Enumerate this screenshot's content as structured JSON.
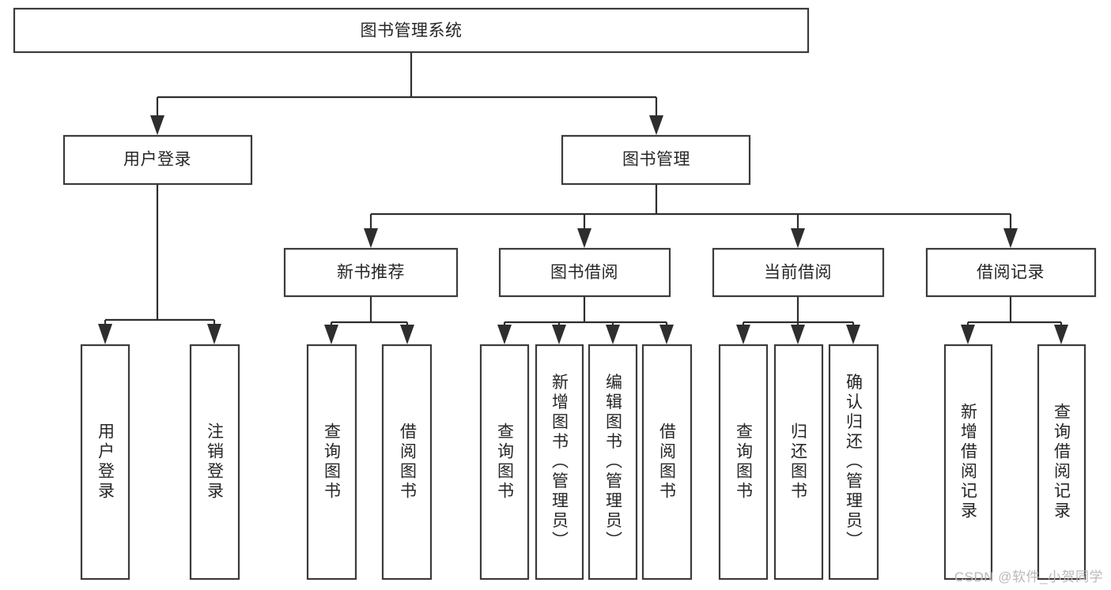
{
  "diagram": {
    "title": "图书管理系统",
    "type": "tree-hierarchy",
    "watermark": "CSDN @软件_小贺同学",
    "colors": {
      "background": "#ffffff",
      "box_border": "#3b3b3b",
      "box_fill": "#ffffff",
      "connector": "#2e2e2e",
      "text": "#262626",
      "watermark": "#b9b9b9"
    },
    "levels": [
      {
        "level": 1,
        "nodes": [
          {
            "id": "root",
            "label": "图书管理系统",
            "orientation": "horizontal"
          }
        ]
      },
      {
        "level": 2,
        "nodes": [
          {
            "id": "login",
            "label": "用户登录",
            "orientation": "horizontal",
            "parent": "root"
          },
          {
            "id": "bookmgmt",
            "label": "图书管理",
            "orientation": "horizontal",
            "parent": "root"
          }
        ]
      },
      {
        "level": 3,
        "nodes": [
          {
            "id": "newbook",
            "label": "新书推荐",
            "orientation": "horizontal",
            "parent": "bookmgmt"
          },
          {
            "id": "borrow",
            "label": "图书借阅",
            "orientation": "horizontal",
            "parent": "bookmgmt"
          },
          {
            "id": "current",
            "label": "当前借阅",
            "orientation": "horizontal",
            "parent": "bookmgmt"
          },
          {
            "id": "record",
            "label": "借阅记录",
            "orientation": "horizontal",
            "parent": "bookmgmt"
          }
        ]
      },
      {
        "level": 4,
        "nodes": [
          {
            "id": "leaf-1",
            "label": "用户登录",
            "orientation": "vertical",
            "parent": "login"
          },
          {
            "id": "leaf-2",
            "label": "注销登录",
            "orientation": "vertical",
            "parent": "login"
          },
          {
            "id": "leaf-3",
            "label": "查询图书",
            "orientation": "vertical",
            "parent": "newbook"
          },
          {
            "id": "leaf-4",
            "label": "借阅图书",
            "orientation": "vertical",
            "parent": "newbook"
          },
          {
            "id": "leaf-5",
            "label": "查询图书",
            "orientation": "vertical",
            "parent": "borrow"
          },
          {
            "id": "leaf-6",
            "label": "新增图书（管理员）",
            "orientation": "vertical",
            "parent": "borrow"
          },
          {
            "id": "leaf-7",
            "label": "编辑图书（管理员）",
            "orientation": "vertical",
            "parent": "borrow"
          },
          {
            "id": "leaf-8",
            "label": "借阅图书",
            "orientation": "vertical",
            "parent": "borrow"
          },
          {
            "id": "leaf-9",
            "label": "查询图书",
            "orientation": "vertical",
            "parent": "current"
          },
          {
            "id": "leaf-10",
            "label": "归还图书",
            "orientation": "vertical",
            "parent": "current"
          },
          {
            "id": "leaf-11",
            "label": "确认归还（管理员）",
            "orientation": "vertical",
            "parent": "current"
          },
          {
            "id": "leaf-12",
            "label": "新增借阅记录",
            "orientation": "vertical",
            "parent": "record"
          },
          {
            "id": "leaf-13",
            "label": "查询借阅记录",
            "orientation": "vertical",
            "parent": "record"
          }
        ]
      }
    ]
  }
}
